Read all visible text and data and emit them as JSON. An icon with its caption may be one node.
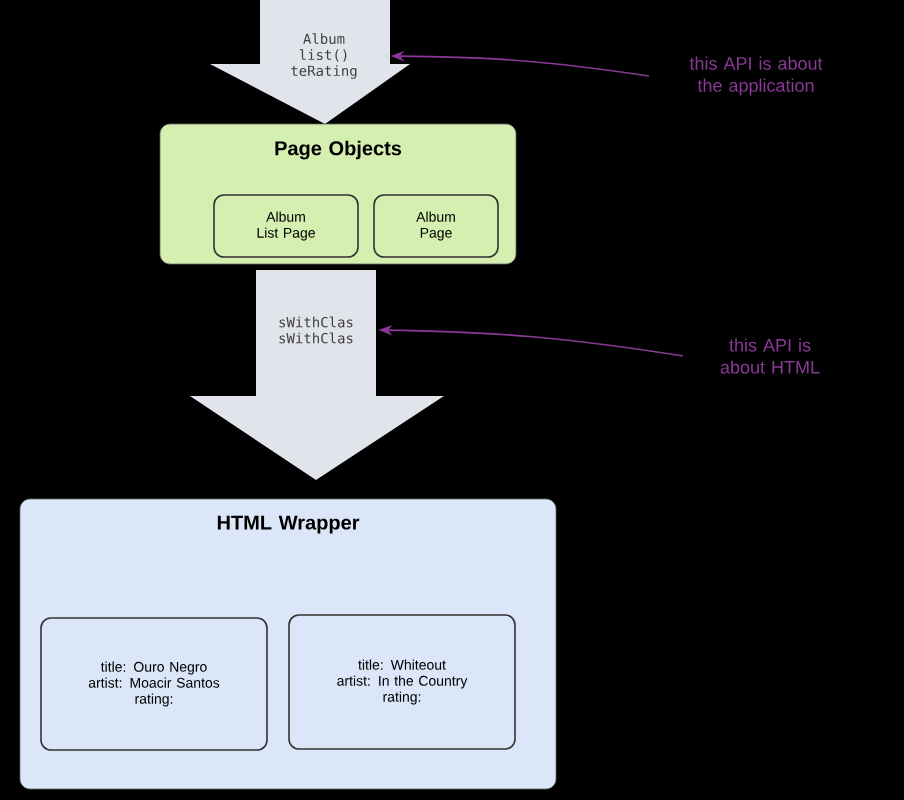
{
  "diagram": {
    "nodes": [
      {
        "text": [
          "Album",
          "list()",
          "teRating"
        ]
      },
      {
        "text": [
          "this API is about the application"
        ]
      },
      {
        "text": [
          "Page Objects"
        ]
      },
      {
        "text": [
          "Album List Page"
        ],
        "in": 2
      },
      {
        "text": [
          "Album Page"
        ],
        "in": 2
      },
      {
        "text": [
          "sWithClas",
          "sWithClas"
        ]
      },
      {
        "text": [
          "this API is about HTML"
        ]
      },
      {
        "text": [
          "HTML Wrapper"
        ]
      },
      {
        "text": [
          "title: Ouro Negro",
          "artist: Moacir Santos",
          "rating:"
        ],
        "in": 7
      },
      {
        "text": [
          "title: Whiteout",
          "artist: In the Country",
          "rating:"
        ],
        "in": 7
      }
    ],
    "edges": [
      {
        "from": 1,
        "to": 0,
        "arrow": "to",
        "color": "#8a3a96"
      },
      {
        "from": 6,
        "to": 5,
        "arrow": "to",
        "color": "#8a3a96"
      }
    ]
  }
}
